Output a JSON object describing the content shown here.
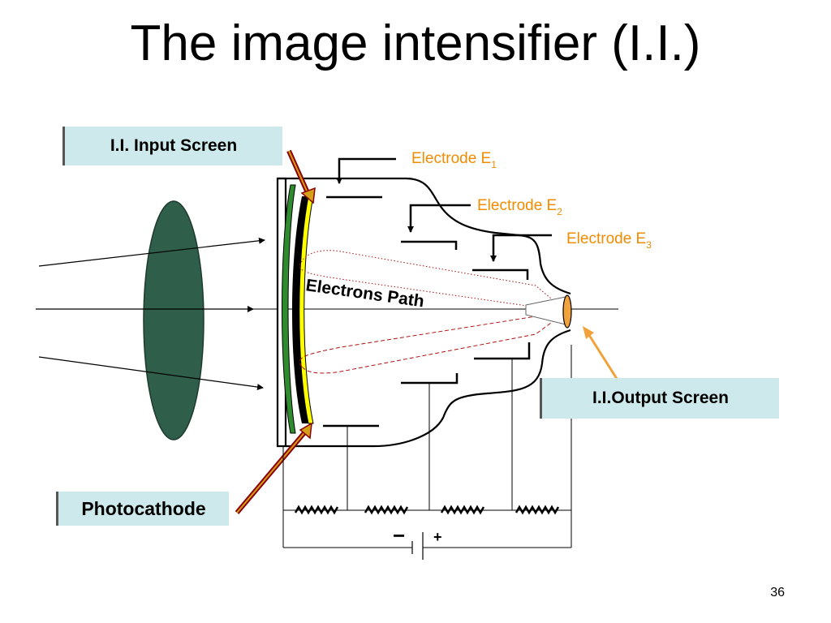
{
  "title": "The image intensifier (I.I.)",
  "labels": {
    "input_screen": "I.I. Input Screen",
    "output_screen": "I.I.Output Screen",
    "photocathode": "Photocathode",
    "electrons_path": "Electrons Path",
    "electrode_prefix": "Electrode E",
    "electrode_1_sub": "1",
    "electrode_2_sub": "2",
    "electrode_3_sub": "3",
    "minus": "−",
    "plus": "+"
  },
  "page_number": "36",
  "colors": {
    "electrode_text": "#f08c00",
    "label_box_fill": "#cde9ec",
    "lens_fill": "#2f5e4a",
    "photocathode_fill": "#ffff00",
    "arrow_red": "#b22222",
    "arrow_orange": "#f2a23a",
    "electron_path": "#b01010"
  }
}
